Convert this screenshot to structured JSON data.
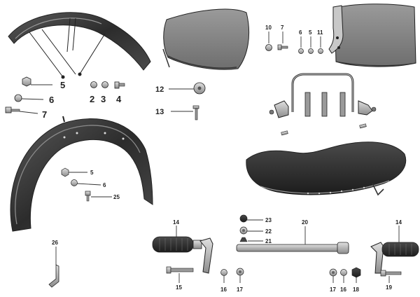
{
  "diagram": {
    "callouts": {
      "front_mud_guard_5": "5",
      "front_mud_guard_6": "6",
      "front_mud_guard_7": "7",
      "small_2": "2",
      "small_3": "3",
      "small_4": "4",
      "washer_12": "12",
      "screw_13": "13",
      "top_10": "10",
      "top_7": "7",
      "top_6": "6",
      "top_5": "5",
      "top_11": "11",
      "rear_guard_5": "5",
      "rear_guard_6": "6",
      "rear_guard_25": "25",
      "bracket_26": "26",
      "footrest_left_14": "14",
      "footrest_right_14": "14",
      "bolt_15": "15",
      "nut_16_left": "16",
      "nut_17_left": "17",
      "rod_20": "20",
      "item_21": "21",
      "item_22": "22",
      "item_23": "23",
      "nut_17_right": "17",
      "nut_16_right": "16",
      "nut_18": "18",
      "bolt_19": "19"
    },
    "colors": {
      "ink": "#222222",
      "fender_dark": "#3a3a3a",
      "fender_mid": "#6b6b6b",
      "seat_fill": "#8a8a8a",
      "metal": "#b5b5b5"
    }
  }
}
